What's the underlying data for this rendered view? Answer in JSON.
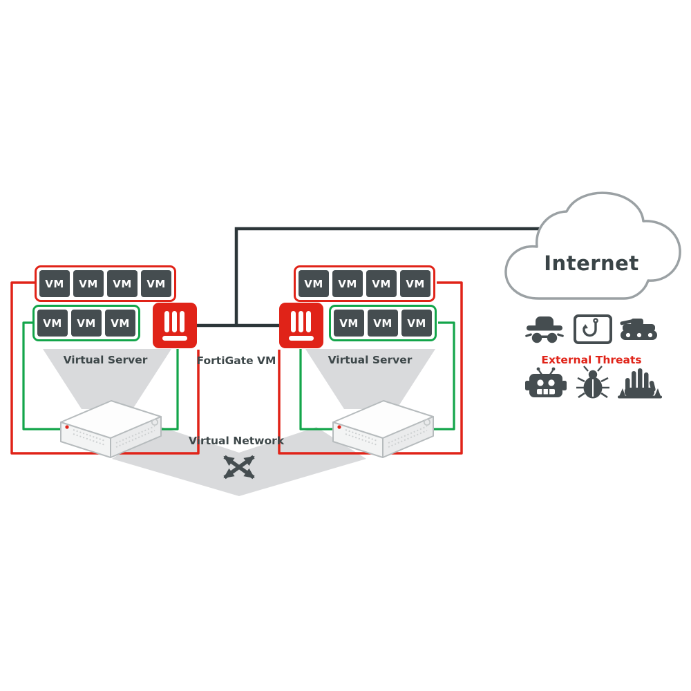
{
  "colors": {
    "red": "#e02318",
    "green": "#13a54a",
    "dark": "#454d50",
    "beam": "#d9dadc",
    "cloud-stroke": "#9ba1a4",
    "line": "#2c3639",
    "text": "#3d4749",
    "server-stroke": "#b6bbbd"
  },
  "labels": {
    "internet": "Internet",
    "fortigate_vm": "FortiGate VM",
    "virtual_network": "Virtual Network"
  },
  "left_server": {
    "label": "Virtual Server",
    "red_vms": [
      "VM",
      "VM",
      "VM",
      "VM"
    ],
    "green_vms": [
      "VM",
      "VM",
      "VM"
    ]
  },
  "right_server": {
    "label": "Virtual Server",
    "red_vms": [
      "VM",
      "VM",
      "VM",
      "VM"
    ],
    "green_vms": [
      "VM",
      "VM",
      "VM"
    ]
  },
  "threats": {
    "title": "External Threats",
    "icons": [
      "spy",
      "phishing",
      "tank",
      "robot",
      "bug",
      "zombie-hand"
    ]
  }
}
